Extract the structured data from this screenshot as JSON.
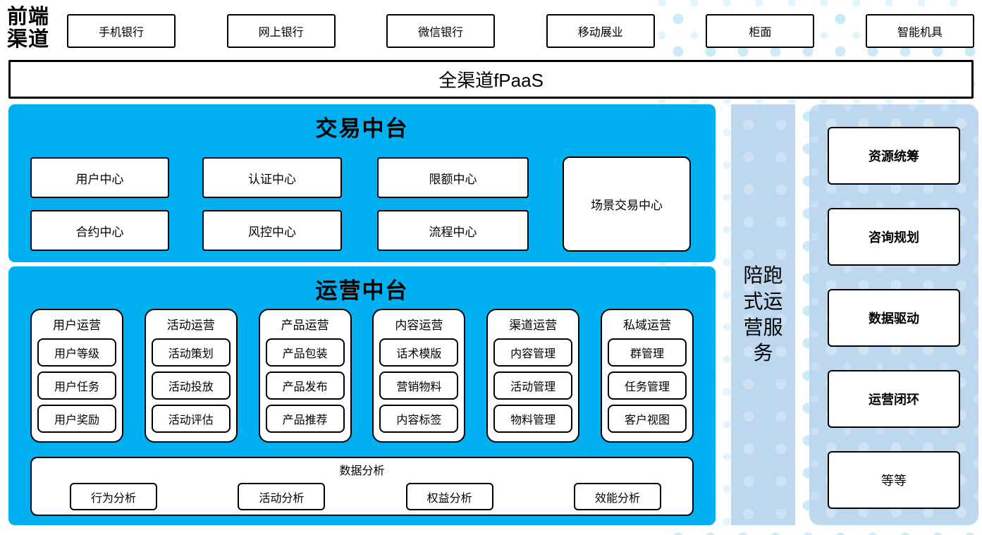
{
  "front_channels": {
    "label": "前端渠道",
    "items": [
      "手机银行",
      "网上银行",
      "微信银行",
      "移动展业",
      "柜面",
      "智能机具"
    ]
  },
  "fpaas": {
    "label": "全渠道fPaaS"
  },
  "trade_platform": {
    "title": "交易中台",
    "row1": [
      "用户中心",
      "认证中心",
      "限额中心"
    ],
    "row2": [
      "合约中心",
      "风控中心",
      "流程中心"
    ],
    "scene_center": "场景交易中心"
  },
  "operation_platform": {
    "title": "运营中台",
    "columns": [
      {
        "title": "用户运营",
        "items": [
          "用户等级",
          "用户任务",
          "用户奖励"
        ]
      },
      {
        "title": "活动运营",
        "items": [
          "活动策划",
          "活动投放",
          "活动评估"
        ]
      },
      {
        "title": "产品运营",
        "items": [
          "产品包装",
          "产品发布",
          "产品推荐"
        ]
      },
      {
        "title": "内容运营",
        "items": [
          "话术模版",
          "营销物料",
          "内容标签"
        ]
      },
      {
        "title": "渠道运营",
        "items": [
          "内容管理",
          "活动管理",
          "物料管理"
        ]
      },
      {
        "title": "私域运营",
        "items": [
          "群管理",
          "任务管理",
          "客户视图"
        ]
      }
    ],
    "analysis": {
      "title": "数据分析",
      "items": [
        "行为分析",
        "活动分析",
        "权益分析",
        "效能分析"
      ]
    }
  },
  "side_bar": {
    "label": "陪跑式运营服务"
  },
  "side_panel": {
    "items": [
      "资源统筹",
      "咨询规划",
      "数据驱动",
      "运营闭环",
      "等等"
    ]
  },
  "colors": {
    "accent_blue": "#00B0F0",
    "light_blue": "#BDD7EE",
    "dot_blue": "#CDEAF9"
  }
}
